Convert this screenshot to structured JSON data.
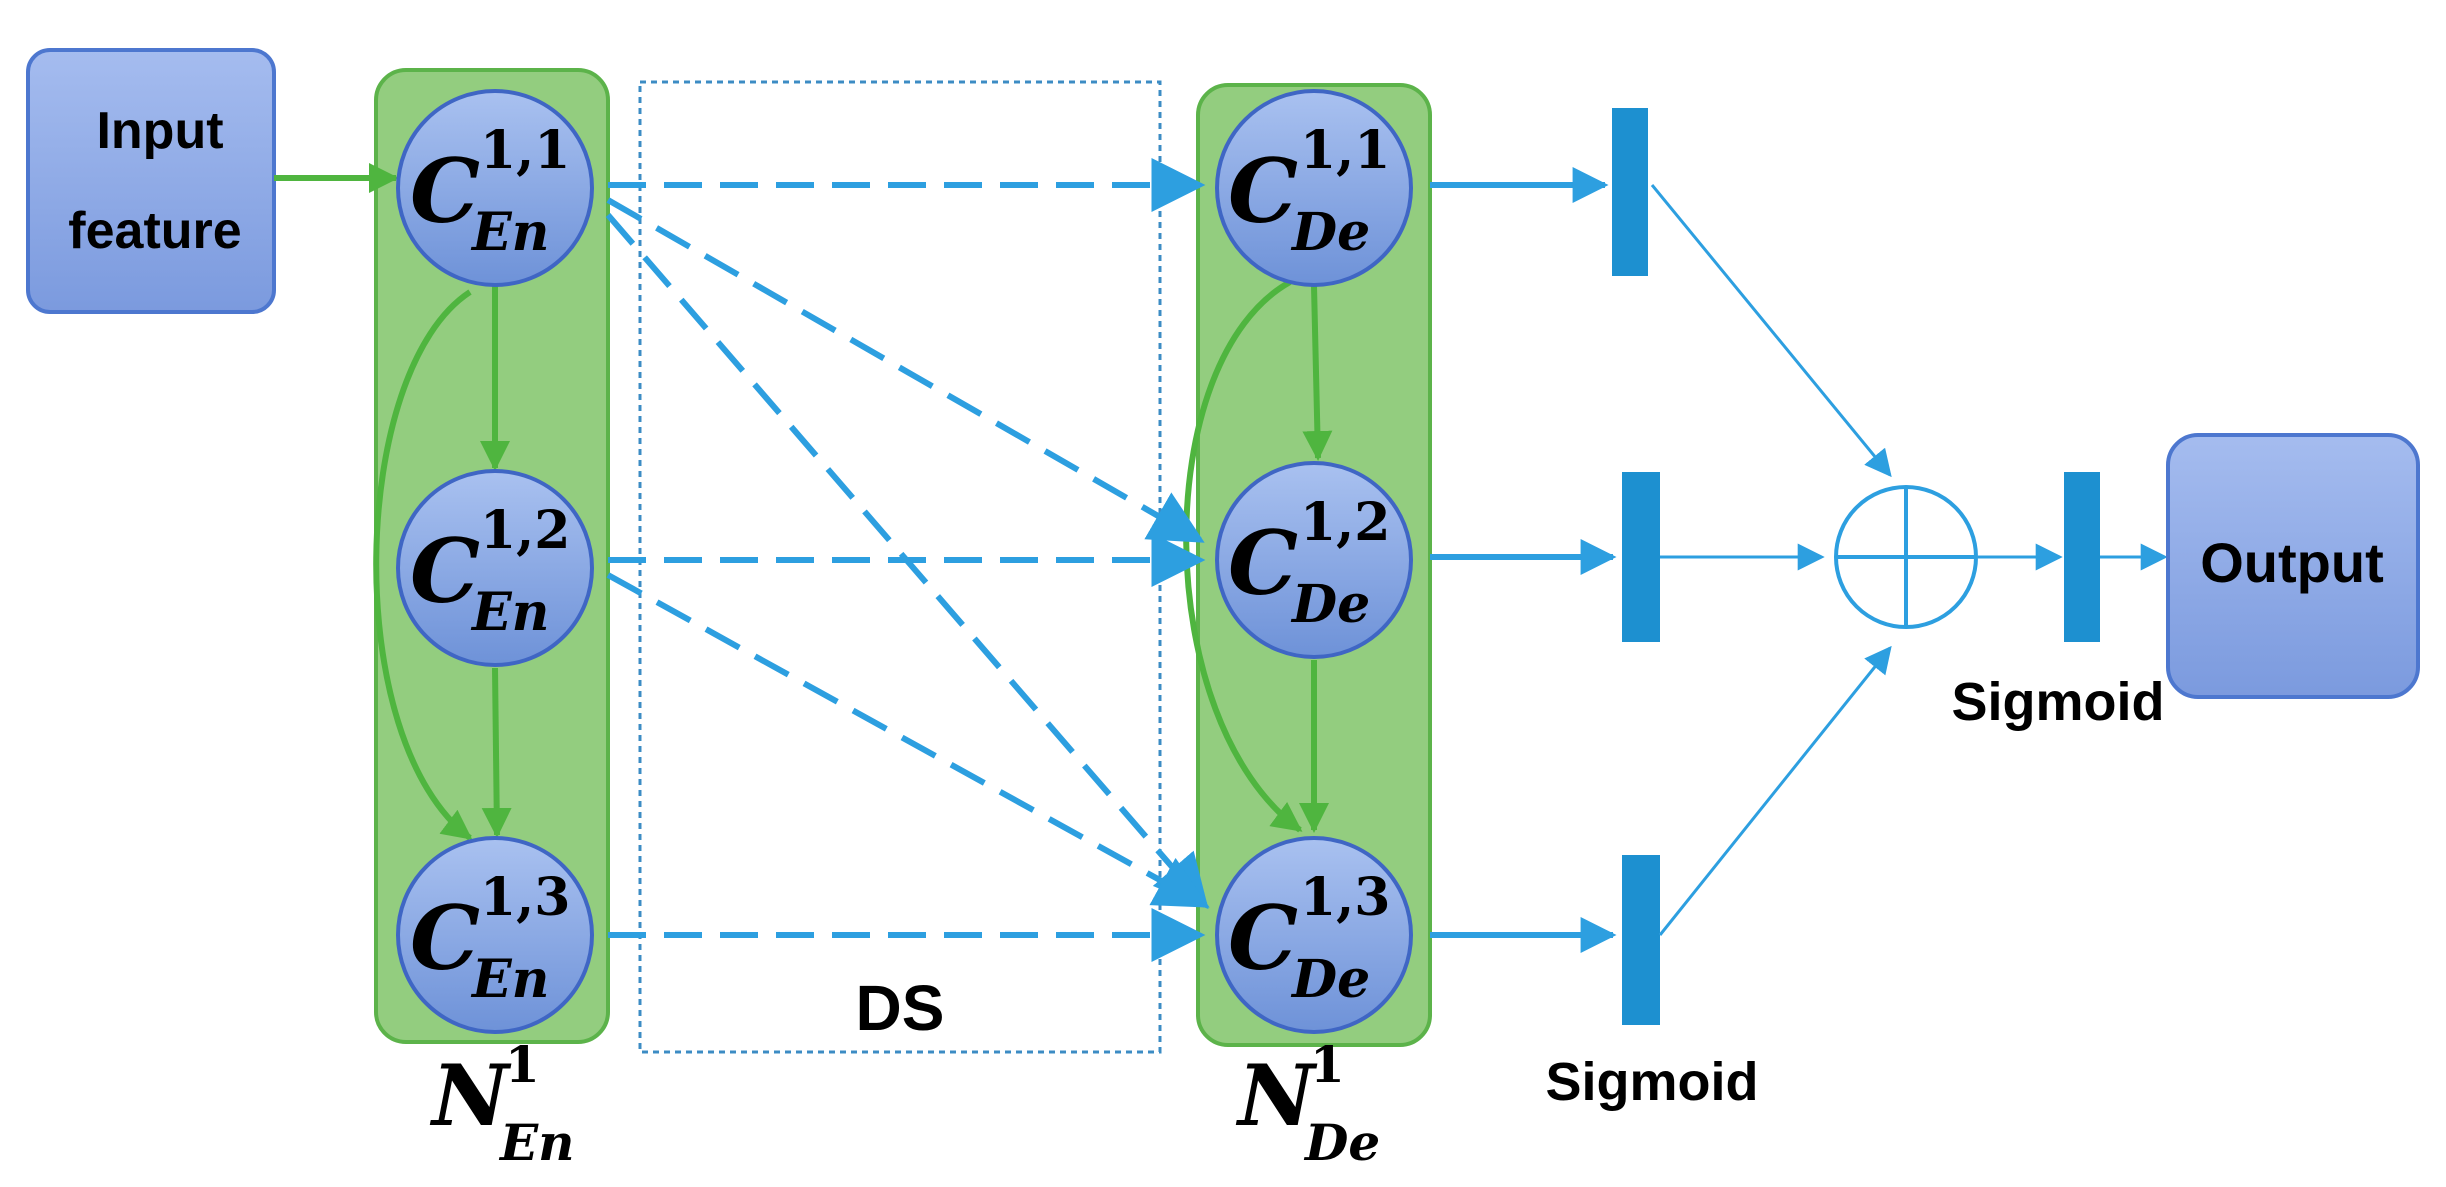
{
  "input_box": {
    "line1": "Input",
    "line2": "feature"
  },
  "output_box": {
    "label": "Output"
  },
  "encoder": {
    "label_main": "N",
    "label_sup": "1",
    "label_sub": "En",
    "nodes": [
      {
        "main": "C",
        "sup": "1,1",
        "sub": "En"
      },
      {
        "main": "C",
        "sup": "1,2",
        "sub": "En"
      },
      {
        "main": "C",
        "sup": "1,3",
        "sub": "En"
      }
    ]
  },
  "decoder": {
    "label_main": "N",
    "label_sup": "1",
    "label_sub": "De",
    "nodes": [
      {
        "main": "C",
        "sup": "1,1",
        "sub": "De"
      },
      {
        "main": "C",
        "sup": "1,2",
        "sub": "De"
      },
      {
        "main": "C",
        "sup": "1,3",
        "sub": "De"
      }
    ]
  },
  "ds_label": "DS",
  "sigmoid_labels": {
    "lower": "Sigmoid",
    "final": "Sigmoid"
  },
  "colors": {
    "green_fill": "#93cd7f",
    "green_stroke": "#5cb34a",
    "green_arrow": "#4fb53f",
    "node_fill": "#7b9ee0",
    "node_stroke": "#3f66c4",
    "box_fill": "#8aa6e3",
    "box_stroke": "#4d77cf",
    "blue_arrow": "#2d9fe0",
    "bar_fill": "#1d90d0",
    "ds_border": "#3c8cc4"
  },
  "icons": {
    "sum": "circle-plus-icon"
  }
}
